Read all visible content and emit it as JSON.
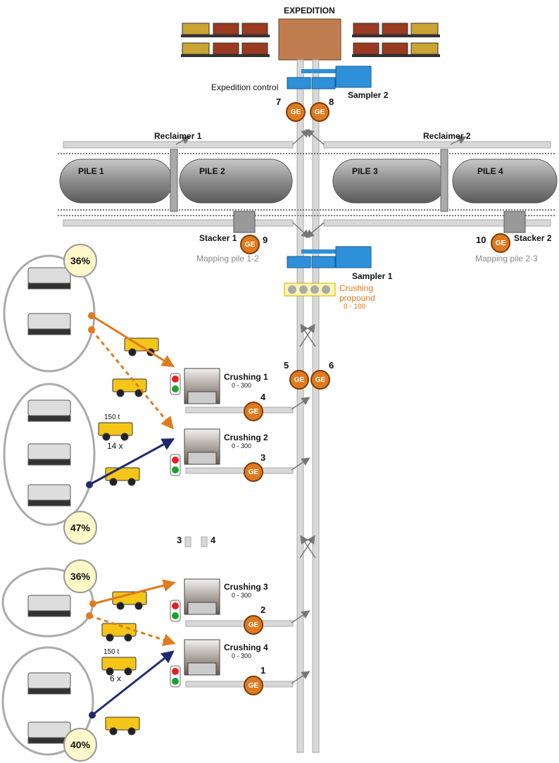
{
  "title": "EXPEDITION",
  "labels": {
    "expedition_control": "Expedition control",
    "sampler2": "Sampler 2",
    "sampler1": "Sampler 1",
    "reclaimer1": "Reclaimer 1",
    "reclaimer2": "Reclaimer 2",
    "pile1": "PILE 1",
    "pile2": "PILE 2",
    "pile3": "PILE 3",
    "pile4": "PILE 4",
    "stacker1": "Stacker 1",
    "stacker2": "Stacker 2",
    "mapping12": "Mapping pile 1-2",
    "mapping23": "Mapping pile 2-3",
    "crushing_propound": "Crushing",
    "crushing_propound2": "propound",
    "crushing_range": "0 - 100",
    "truck_cap1": "150 t",
    "truck_count1": "14 x",
    "truck_cap2": "150 t",
    "truck_count2": "6 x"
  },
  "ge_label": "GE",
  "ge_numbers": {
    "n1": "1",
    "n2": "2",
    "n3": "3",
    "n4": "4",
    "n5": "5",
    "n6": "6",
    "n7": "7",
    "n8": "8",
    "n9": "9",
    "n10": "10",
    "c3": "3",
    "c4": "4"
  },
  "crushers": [
    {
      "name": "Crushing 1",
      "range": "0 - 300"
    },
    {
      "name": "Crushing 2",
      "range": "0 - 300"
    },
    {
      "name": "Crushing 3",
      "range": "0 - 300"
    },
    {
      "name": "Crushing 4",
      "range": "0 - 300"
    }
  ],
  "percentages": {
    "p1": "36%",
    "p2": "47%",
    "p3": "36%",
    "p4": "40%"
  },
  "colors": {
    "orange": "#e07a1f",
    "navy": "#1f2a6e",
    "blue": "#2e90d8",
    "pile": "#8c8c8c",
    "conveyor": "#d8d8d8"
  }
}
